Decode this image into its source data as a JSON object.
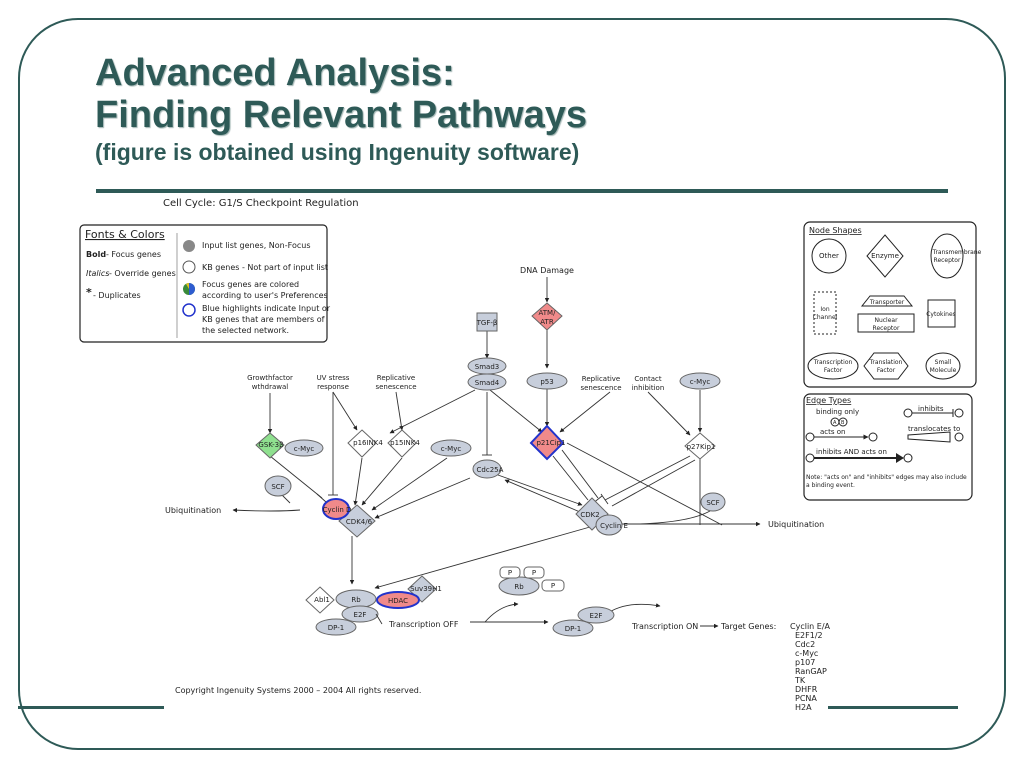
{
  "slide": {
    "title_line1": "Advanced Analysis:",
    "title_line2": "Finding Relevant Pathways",
    "subtitle": "(figure is obtained using Ingenuity software)"
  },
  "figure": {
    "title": "Cell Cycle: G1/S Checkpoint Regulation",
    "copyright": "Copyright Ingenuity Systems 2000 – 2004 All rights reserved.",
    "legend_fonts": {
      "heading": "Fonts & Colors",
      "bold": "Bold",
      "bold_desc": " - Focus genes",
      "italics": "Italics",
      "italics_desc": " - Override genes",
      "star": "*",
      "star_desc": " - Duplicates",
      "item1": "Input list genes, Non-Focus",
      "item2": "KB genes - Not part of input list",
      "item3a": "Focus genes are colored",
      "item3b": "according to user's Preferences",
      "item4a": "Blue highlights indicate Input or",
      "item4b": "KB genes that are members of",
      "item4c": "the selected network."
    },
    "legend_shapes": {
      "heading": "Node Shapes",
      "other": "Other",
      "enzyme": "Enzyme",
      "transmembrane1": "Transmembrane",
      "transmembrane2": "Receptor",
      "ion1": "Ion",
      "ion2": "Channel",
      "transporter": "Transporter",
      "nuclear1": "Nuclear",
      "nuclear2": "Receptor",
      "cytokines": "Cytokines",
      "tf1": "Transcription",
      "tf2": "Factor",
      "tl1": "Translation",
      "tl2": "Factor",
      "sm1": "Small",
      "sm2": "Molecule"
    },
    "legend_edges": {
      "heading": "Edge Types",
      "binding": "binding only",
      "inhibits": "inhibits",
      "acts_on": "acts on",
      "translocates": "translocates to",
      "inhibits_and_acts": "inhibits AND acts on",
      "note1": "Note: \"acts on\" and \"inhibits\" edges may also include",
      "note2": "a binding event.",
      "a": "A",
      "b": "B"
    },
    "nodes": {
      "dna_damage": "DNA Damage",
      "atm": "ATM/",
      "atr": "ATR",
      "tgfb": "TGF-β",
      "smad3": "Smad3",
      "smad4": "Smad4",
      "p53": "p53",
      "growth1": "Growthfactor",
      "growth2": "wthdrawal",
      "uv1": "UV stress",
      "uv2": "response",
      "repl1": "Replicative",
      "repl2": "senescence",
      "repl3": "Replicative",
      "repl4": "senescence",
      "contact1": "Contact",
      "contact2": "inhibition",
      "cmyc": "c-Myc",
      "gsk3b": "GSK-3β",
      "p16": "p16INK4",
      "p15": "p15INK4",
      "p21": "p21Cip1",
      "p27": "p27Kip1",
      "cdc25a": "Cdc25A",
      "scf": "SCF",
      "ubiquitination": "Ubiquitination",
      "cyclind": "Cyclin D",
      "cdk46": "CDK4/6",
      "cdk2": "CDK2",
      "cycline": "Cyclin E",
      "abl1": "Abl1",
      "rb": "Rb",
      "hdac": "HDAC",
      "suv39h1": "Suv39H1",
      "e2f": "E2F",
      "dp1": "DP-1",
      "p": "P",
      "tx_off": "Transcription OFF",
      "tx_on": "Transcription ON",
      "target_genes": "Target Genes:",
      "genes": [
        "Cyclin E/A",
        "E2F1/2",
        "Cdc2",
        "c-Myc",
        "p107",
        "RanGAP",
        "TK",
        "DHFR",
        "PCNA",
        "H2A"
      ]
    }
  }
}
